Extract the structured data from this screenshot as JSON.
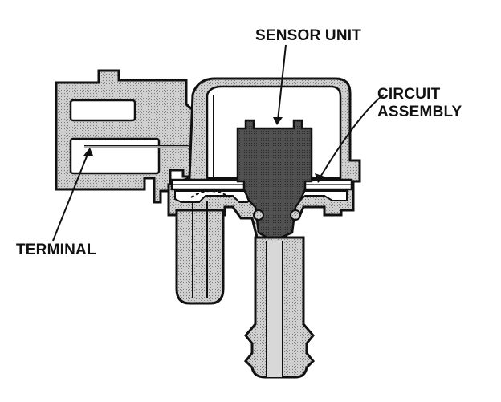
{
  "labels": {
    "sensor_unit": "SENSOR UNIT",
    "circuit_line1": "CIRCUIT",
    "circuit_line2": "ASSEMBLY",
    "terminal": "TERMINAL"
  },
  "colors": {
    "ink": "#111111",
    "body_fill": "#c8c8c8",
    "cavity_fill": "#ffffff",
    "sensor_fill": "#4a4a4a",
    "background": "#ffffff"
  }
}
